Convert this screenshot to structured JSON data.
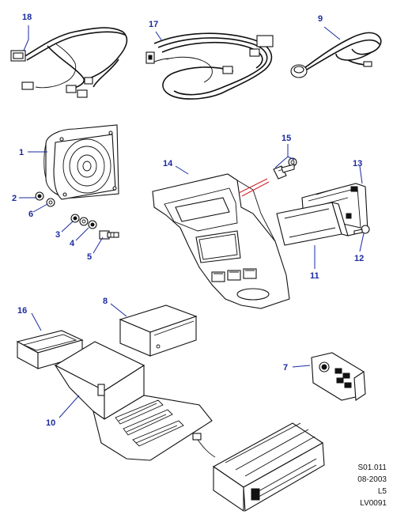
{
  "callouts": {
    "c1": "1",
    "c2": "2",
    "c3": "3",
    "c4": "4",
    "c5": "5",
    "c6": "6",
    "c7": "7",
    "c8": "8",
    "c9": "9",
    "c10": "10",
    "c11": "11",
    "c12": "12",
    "c13": "13",
    "c14": "14",
    "c15": "15",
    "c16": "16",
    "c17": "17",
    "c18": "18"
  },
  "reference": {
    "section": "S01.011",
    "date": "08-2003",
    "level": "L5",
    "code": "LV0091"
  },
  "colors": {
    "callout": "#1a2aa0",
    "line": "#111111",
    "highlight": "#d0202a"
  }
}
